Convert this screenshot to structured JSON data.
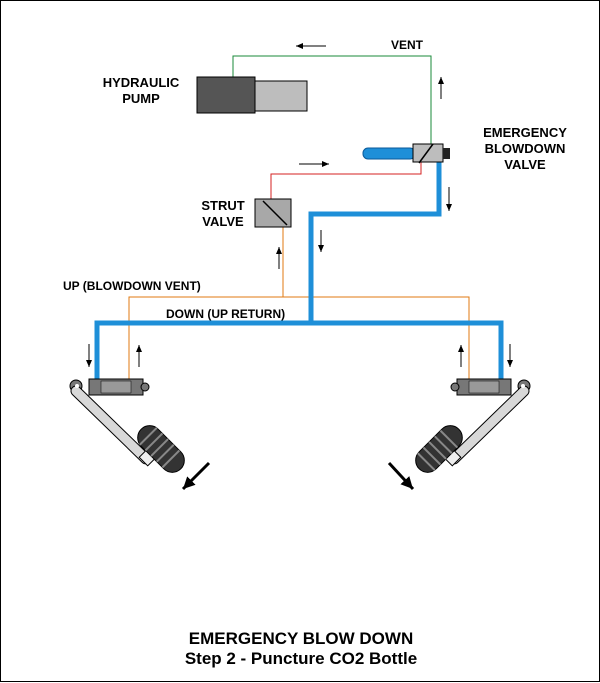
{
  "labels": {
    "hydraulic_pump": [
      "HYDRAULIC",
      "PUMP"
    ],
    "vent": "VENT",
    "emergency_valve": [
      "EMERGENCY",
      "BLOWDOWN",
      "VALVE"
    ],
    "strut_valve": [
      "STRUT",
      "VALVE"
    ],
    "up_line": "UP (BLOWDOWN VENT)",
    "down_line": "DOWN (UP RETURN)"
  },
  "caption": {
    "title": "EMERGENCY BLOW DOWN",
    "subtitle": "Step 2 - Puncture CO2 Bottle"
  },
  "colors": {
    "pressure_line": "#1e8fd8",
    "vent_line": "#1a8a3a",
    "red_line": "#d42020",
    "orange_line": "#e07a10",
    "component_dark": "#505050",
    "component_light": "#b8b8b8"
  }
}
